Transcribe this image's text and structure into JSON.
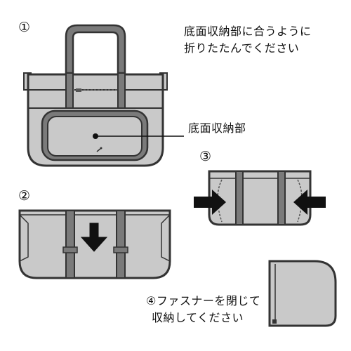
{
  "steps": [
    {
      "number": "①",
      "instruction_line1": "底面収納部に合うように",
      "instruction_line2": "折りたたんでください",
      "callout": "底面収納部"
    },
    {
      "number": "②"
    },
    {
      "number": "③"
    },
    {
      "number": "④",
      "instruction_line1": "④ファスナーを閉じて",
      "instruction_line2": "収納してください"
    }
  ],
  "colors": {
    "body": "#c9c9c9",
    "strap": "#7a7a7a",
    "outline": "#333333",
    "arrow": "#111111"
  }
}
